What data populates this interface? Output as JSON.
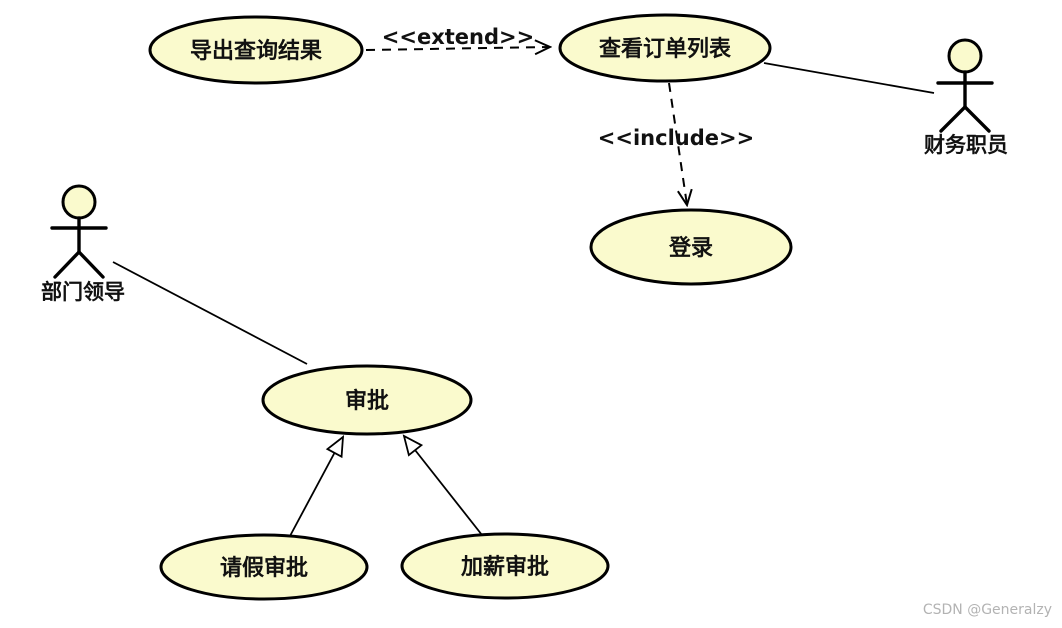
{
  "diagram": {
    "kind": "uml-use-case-diagram",
    "colors": {
      "background": "#ffffff",
      "node_fill": "#fafacd",
      "node_stroke": "#000000",
      "watermark_text": "#b3b3b3"
    },
    "use_cases": {
      "export_results": {
        "label": "导出查询结果"
      },
      "view_orders": {
        "label": "查看订单列表"
      },
      "login": {
        "label": "登录"
      },
      "approval": {
        "label": "审批"
      },
      "leave_approval": {
        "label": "请假审批"
      },
      "raise_approval": {
        "label": "加薪审批"
      }
    },
    "actors": {
      "finance_staff": {
        "label": "财务职员"
      },
      "department_leader": {
        "label": "部门领导"
      }
    },
    "stereotypes": {
      "extend": "<<extend>>",
      "include": "<<include>>"
    },
    "relationships": [
      {
        "from": "导出查询结果",
        "to": "查看订单列表",
        "type": "extend",
        "label": "<<extend>>",
        "line": "dashed-open-arrow"
      },
      {
        "from": "查看订单列表",
        "to": "登录",
        "type": "include",
        "label": "<<include>>",
        "line": "dashed-open-arrow"
      },
      {
        "from": "财务职员",
        "to": "查看订单列表",
        "type": "association",
        "line": "solid"
      },
      {
        "from": "部门领导",
        "to": "审批",
        "type": "association",
        "line": "solid"
      },
      {
        "from": "请假审批",
        "to": "审批",
        "type": "generalization",
        "line": "solid-hollow-triangle"
      },
      {
        "from": "加薪审批",
        "to": "审批",
        "type": "generalization",
        "line": "solid-hollow-triangle"
      }
    ],
    "watermark": "CSDN @Generalzy"
  }
}
